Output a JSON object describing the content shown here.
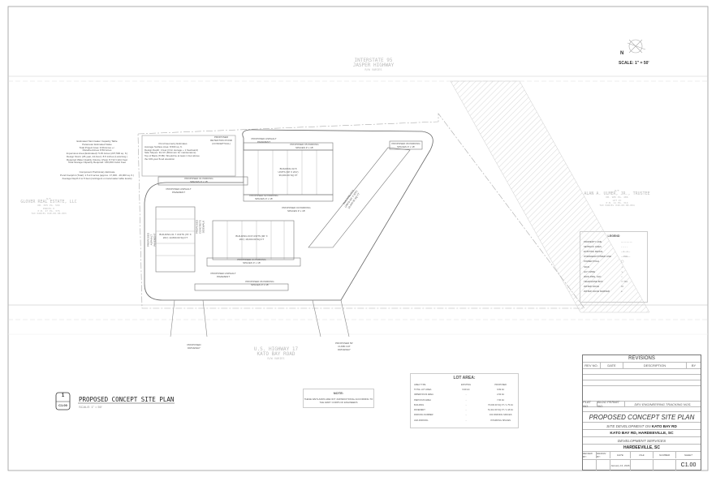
{
  "drawing": {
    "north_label": "N",
    "scale_label": "SCALE: 1\" = 50'",
    "roads": {
      "top": {
        "line1": "INTERSTATE 95",
        "line2": "JASPER HIGHWAY",
        "line3": "R/W VARIES"
      },
      "bottom": {
        "line1": "U.S. HIGHWAY 17",
        "line2": "KATO BAY ROAD",
        "line3": "R/W VARIES"
      }
    },
    "neighbors": {
      "left": {
        "prefix": "N/F",
        "name": "GLOVER REAL ESTATE, LLC",
        "lines": [
          "DB. 835 PG. 599",
          "PARCEL D",
          "P.B. 27 PG. 376",
          "TAX PARCEL 040-00-08-003"
        ]
      },
      "right": {
        "prefix": "N/F",
        "name": "ALAN A. ULMER, JR., TRUSTEE",
        "lines": [
          "DB. 985 PG. 486",
          "LOT 2C",
          "P.B. 11 PG. 314",
          "TAX PARCEL 040-00-08-004"
        ]
      }
    },
    "stormwater_table": {
      "title": "Estimated Stormwater Capacity Table",
      "lines": [
        "Parameter Estimated Value",
        "Total Project Area: 9.99 Acres +/-",
        "Disturbed Area: 8.50 Acres",
        "Impervious Area (Estimated): 5.45 Acres (237,500 sq. ft.)",
        "Design Storm (25-year, 24-hour): 8.5 inches (Local Avg.)",
        "Required Water Quality Volume (Vwq): 8,712 Cubic Feet",
        "Total Storage Capacity Required: 130,000 Cubic Feet"
      ],
      "note_title": "Component Preliminary Estimate",
      "note_lines": [
        "Pond Footprint (Total): 1.5-2.0 acres (approx. 17,000 - 26,000 sq. ft.)",
        "Average Depth 3 to 5 feet (contingent on local water table levels)"
      ]
    },
    "pond_estimate": {
      "title": "Pond Geometry Estimates",
      "lines": [
        "Average Surface Area: 8,500 sq. ft.",
        "Design Depth: 4 feet (3 for storage + 1 freeboard)",
        "Side Slopes: 3H:1V (Minimum for maintenance)",
        "Top of Bank (TOB): Should be at least 1 foot above the 100-year flood elevation"
      ],
      "pond_label": "PROPOSED RETENTION POND (CONCEPTUAL)"
    },
    "labels": {
      "pavement": "PROPOSED ASPHALT PAVEMENT",
      "parking_01": "PROPOSED 01 PARKING SPACES 9' x 18'",
      "parking_02": "PROPOSED 02 PARKING SPACES 9' x 18'",
      "parking_03": "PROPOSED 03 PARKING SPACES 9' x 18'",
      "parking_04": "PROPOSED 04 PARKING SPACES 9' x 18'",
      "parking_05": "PROPOSED 05 PARKING SPACES 9' x 18'",
      "parking_06": "PROPOSED 06 PARKING SPACES 9' x 18'",
      "building_01": "BUILDING 01 7 UNITS (70' X 201') 13,800.00 SQ FT",
      "building_02": "BUILDING 02 8 UNITS (90' X 201') 36,000.00 SQ FT",
      "building_03": "BUILDING 03 8 UNITS (90' X 201') 18,000.00 SQ FT",
      "building_04": "BUILDING 04 8 UNITS (60' X 300') 18,000.00 SQ FT",
      "sidewalk": "PROPOSED CONCRETE SIDEWALK",
      "driveway_left": "PROPOSED DRIVEWAY",
      "driveway_right": "PROPOSED 50' CURB CUT DRIVEWAY"
    },
    "view_label": {
      "number": "1",
      "sheet": "C1.00",
      "title": "PROPOSED CONCEPT SITE PLAN",
      "scale": "SCALE: 1\" = 50'"
    },
    "note": {
      "title": "NOTE:",
      "text": "THESE WETLANDS ARE NOT JURISDICTIONAL ACCORDING TO THE ARMY CORPS OF ENGINEERS"
    }
  },
  "lot_area": {
    "title": "LOT AREA:",
    "headers": [
      "AREA TYPE",
      "EXISTING",
      "PROPOSED"
    ],
    "rows": [
      [
        "TOTAL LOT AREA",
        "9.99 AC",
        "9.99 AC"
      ],
      [
        "IMPERVIOUS AREA",
        "-",
        "2.93 AC"
      ],
      [
        "PERVIOUS AREA",
        "-",
        "7.06 AC"
      ],
      [
        "BUILDING",
        "-",
        "76,000.00 SQ FT / 1.75 AC"
      ],
      [
        "PAVEMENT",
        "-",
        "51,312.00 SQ FT / 1.18 AC"
      ],
      [
        "PARKING NUMBER",
        "-",
        "162 PARKING SPACES"
      ],
      [
        "ADA PARKING",
        "-",
        "8 PARKING SPACES"
      ]
    ]
  },
  "legend": {
    "title": "LEGEND",
    "items": [
      "PROPERTY LINE",
      "SETBACK LINES",
      "EXISTING FENCE",
      "OVERHEAD POWER LINE",
      "POWER POLE",
      "SIGN",
      "GUY WIRE",
      "IRON PIPE, OLD",
      "TELEPHONE BOX",
      "WATER VALVE",
      "WATER VALVE MARKER"
    ]
  },
  "title_block": {
    "revisions_title": "REVISIONS",
    "rev_headers": [
      "REV NO.",
      "DATE",
      "DESCRIPTION",
      "BY"
    ],
    "permit_headers": [
      "PLAT NO.",
      "BLDG PERMIT NO.",
      "DEV ENGINEERING TRACKING NOS."
    ],
    "plan_title": "PROPOSED CONCEPT SITE PLAN",
    "site_dev_prefix": "SITE DEVELOPMENT ON",
    "site_dev_name": "KATO BAY RD",
    "address": "KATO BAY RD, HARDEEVILLE, SC",
    "dept": "DEVELOPMENT SERVICES",
    "city": "HARDEEVILLE, SC",
    "footer_headers": [
      "REVIEW BY:",
      "DRAWN BY:",
      "DATE",
      "FILE",
      "NUMBER",
      "SHEET"
    ],
    "date": "January 16, 2026",
    "sheet": "C1.00"
  }
}
